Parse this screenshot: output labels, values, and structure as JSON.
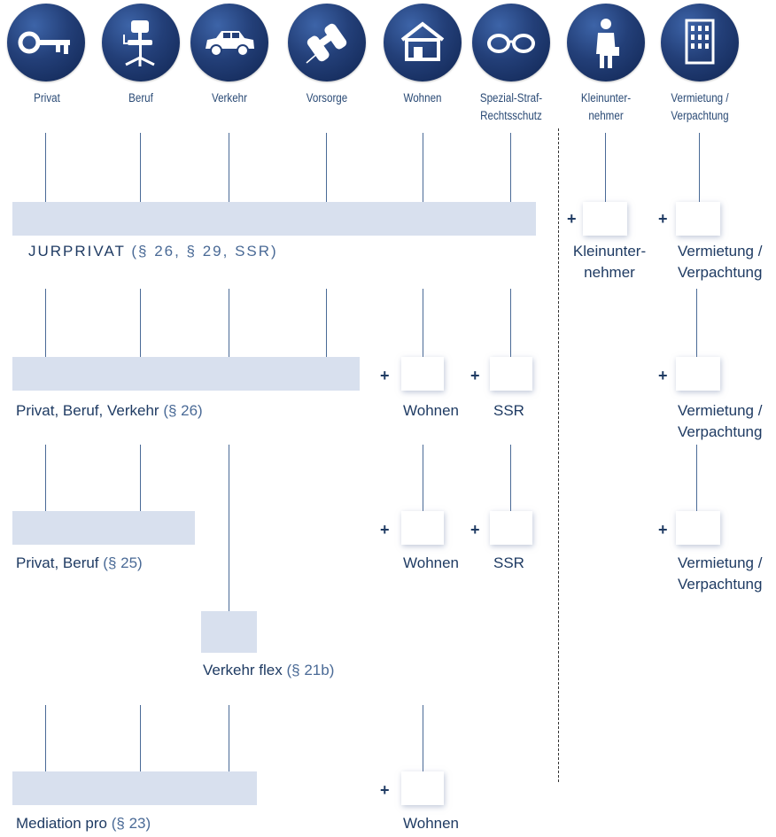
{
  "categories": [
    {
      "label": "Privat",
      "icon": "key-icon"
    },
    {
      "label": "Beruf",
      "icon": "office-chair-icon"
    },
    {
      "label": "Verkehr",
      "icon": "car-icon"
    },
    {
      "label": "Vorsorge",
      "icon": "binoculars-icon"
    },
    {
      "label": "Wohnen",
      "icon": "house-icon"
    },
    {
      "label": "Spezial-Straf-\nRechtsschutz",
      "icon": "handcuffs-icon"
    },
    {
      "label": "Kleinunter-\nnehmer",
      "icon": "businessman-icon"
    },
    {
      "label": "Vermietung /\nVerpachtung",
      "icon": "building-icon"
    }
  ],
  "plus": "+",
  "products": {
    "jurprivat": {
      "name": "JURPRIVAT",
      "sub": "(§ 26, § 29, SSR)"
    },
    "pbv": {
      "name": "Privat, Beruf, Verkehr",
      "sub": "(§ 26)"
    },
    "pb": {
      "name": "Privat, Beruf",
      "sub": "(§ 25)"
    },
    "vflex": {
      "name": "Verkehr flex",
      "sub": "(§ 21b)"
    },
    "mediation": {
      "name": "Mediation pro",
      "sub": "(§ 23)"
    }
  },
  "addons": {
    "kleinunternehmer": "Kleinunter-\nnehmer",
    "vermietung": "Vermietung /\nVerpachtung",
    "wohnen": "Wohnen",
    "ssr": "SSR"
  },
  "colors": {
    "icon_blue": "#233f78",
    "bar": "#d8e0ee",
    "text": "#1f3b63",
    "line": "#4a6a96"
  }
}
